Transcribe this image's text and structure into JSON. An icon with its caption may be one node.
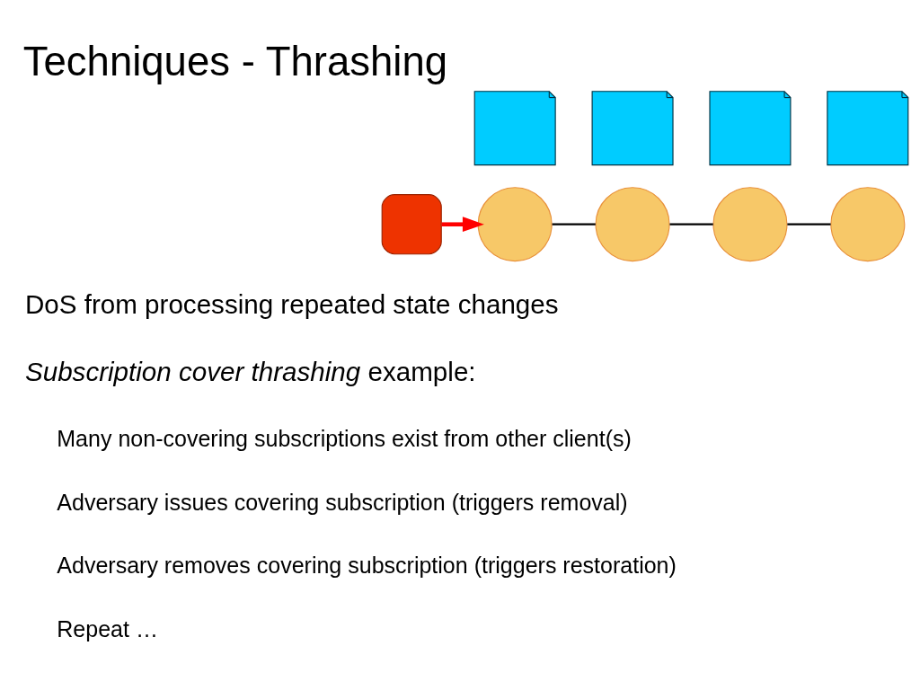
{
  "diagram": {
    "title": "Techniques - Thrashing",
    "nodes": [
      {
        "text": [],
        "shape": "box"
      },
      {
        "text": [],
        "shape": "document"
      },
      {
        "text": [],
        "shape": "circle"
      },
      {
        "text": [],
        "shape": "document"
      },
      {
        "text": [],
        "shape": "circle"
      },
      {
        "text": [],
        "shape": "document"
      },
      {
        "text": [],
        "shape": "circle"
      },
      {
        "text": [],
        "shape": "document"
      },
      {
        "text": [],
        "shape": "circle"
      }
    ],
    "edges": [
      {
        "from": 0,
        "to": 2,
        "arrow": "to",
        "style": "thick",
        "color": "#ff0000"
      },
      {
        "from": 2,
        "to": 4,
        "arrow": "none"
      },
      {
        "from": 4,
        "to": 6,
        "arrow": "none"
      },
      {
        "from": 6,
        "to": 8,
        "arrow": "none"
      }
    ],
    "labels": [
      "DoS from processing repeated state changes",
      "*Subscription cover thrashing* example:",
      "Many non-covering subscriptions exist from other client(s)",
      "Adversary issues covering subscription (triggers removal)",
      "Adversary removes covering subscription (triggers restoration)",
      "Repeat …"
    ]
  }
}
